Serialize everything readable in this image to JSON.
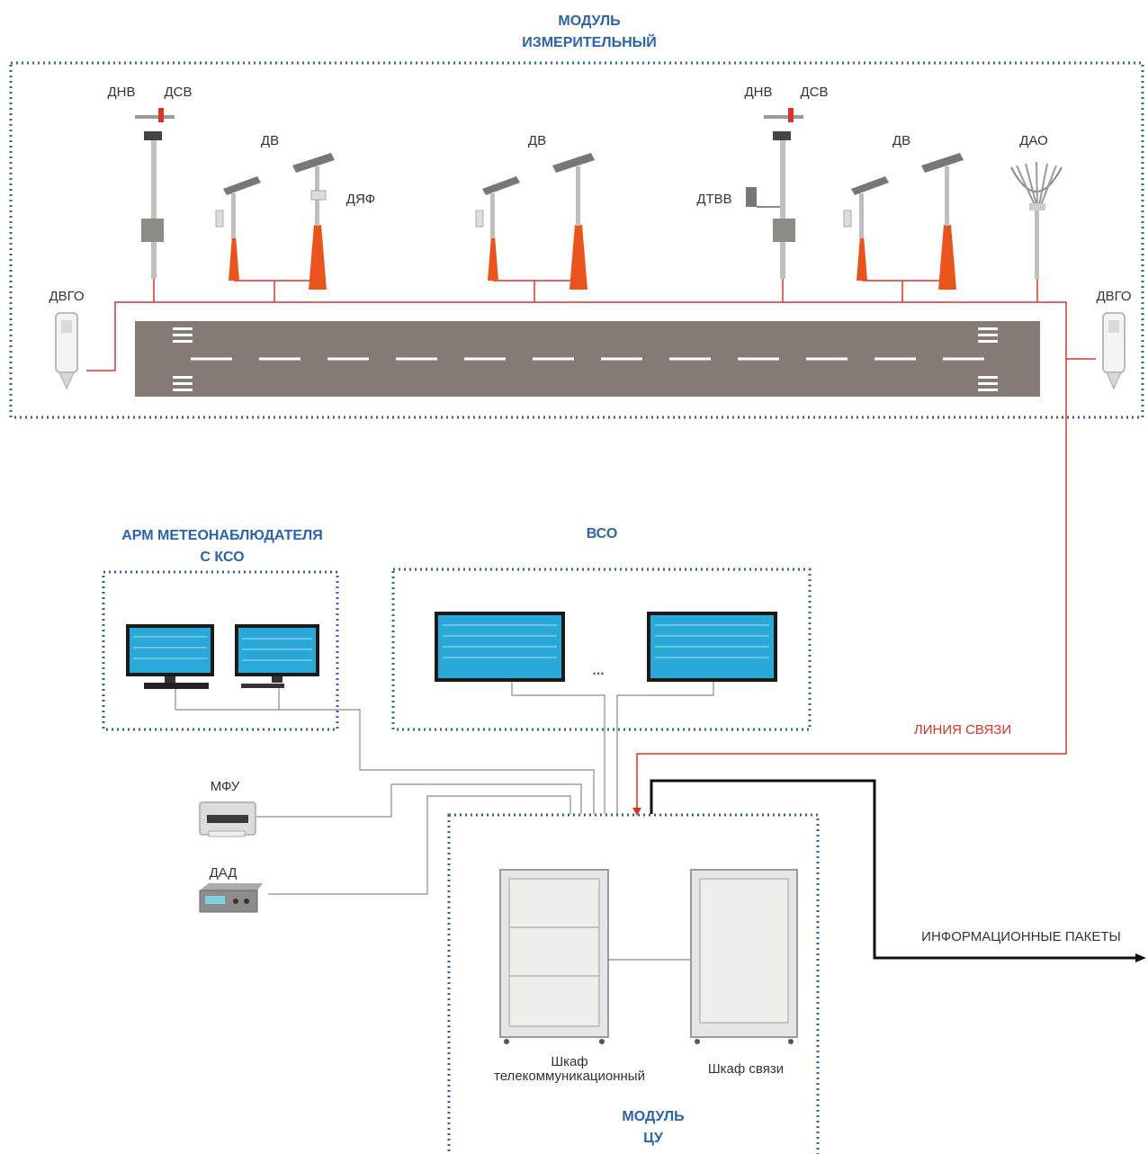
{
  "colors": {
    "module_title": "#2a64ac",
    "comm_line": "#d9352a",
    "cable": "#8a8a8a",
    "runway": "#857a75",
    "sensor_cone": "#e8541c",
    "screen": "#2aa8d8"
  },
  "measuring_module": {
    "title_line1": "МОДУЛЬ",
    "title_line2": "ИЗМЕРИТЕЛЬНЫЙ",
    "labels": {
      "dnv_1": "ДНВ",
      "dsv_1": "ДСВ",
      "dv_1": "ДВ",
      "dyaf": "ДЯФ",
      "dv_2": "ДВ",
      "dnv_2": "ДНВ",
      "dsv_2": "ДСВ",
      "dtvv": "ДТВВ",
      "dv_3": "ДВ",
      "dao": "ДАО",
      "dvgo_left": "ДВГО",
      "dvgo_right": "ДВГО"
    }
  },
  "arm": {
    "title_line1": "АРМ МЕТЕОНАБЛЮДАТЕЛЯ",
    "title_line2": "С КСО"
  },
  "vso": {
    "title": "ВСО",
    "ellipsis": "..."
  },
  "link_label": "ЛИНИЯ СВЯЗИ",
  "devices": {
    "mfu": "МФУ",
    "dad": "ДАД"
  },
  "control_module": {
    "cabinet1_line1": "Шкаф",
    "cabinet1_line2": "телекоммуникационный",
    "cabinet2": "Шкаф связи",
    "title_line1": "МОДУЛЬ",
    "title_line2": "ЦУ"
  },
  "output_label": "ИНФОРМАЦИОННЫЕ ПАКЕТЫ"
}
